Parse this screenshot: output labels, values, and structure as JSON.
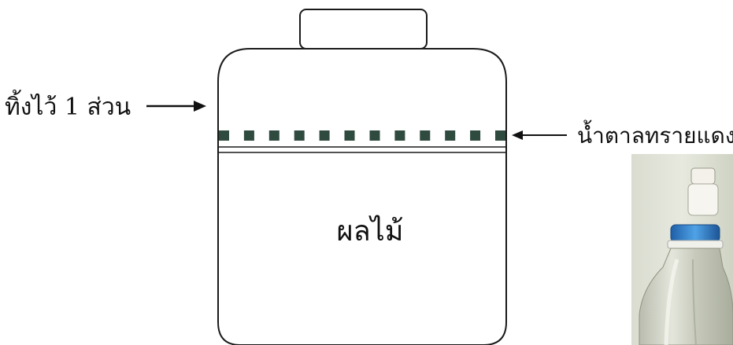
{
  "diagram": {
    "left_label": "ทิ้งไว้ 1 ส่วน",
    "right_label": "น้ำตาลทรายแดง",
    "center_label": "ผลไม้",
    "colors": {
      "outline": "#1a1a1a",
      "sugar_square": "#2f4a3f",
      "bottle_cap": "#2f7fc6",
      "bottle_glass": "#cfd2c4"
    }
  },
  "photo": {
    "icon": "plastic-bottle-photo"
  }
}
